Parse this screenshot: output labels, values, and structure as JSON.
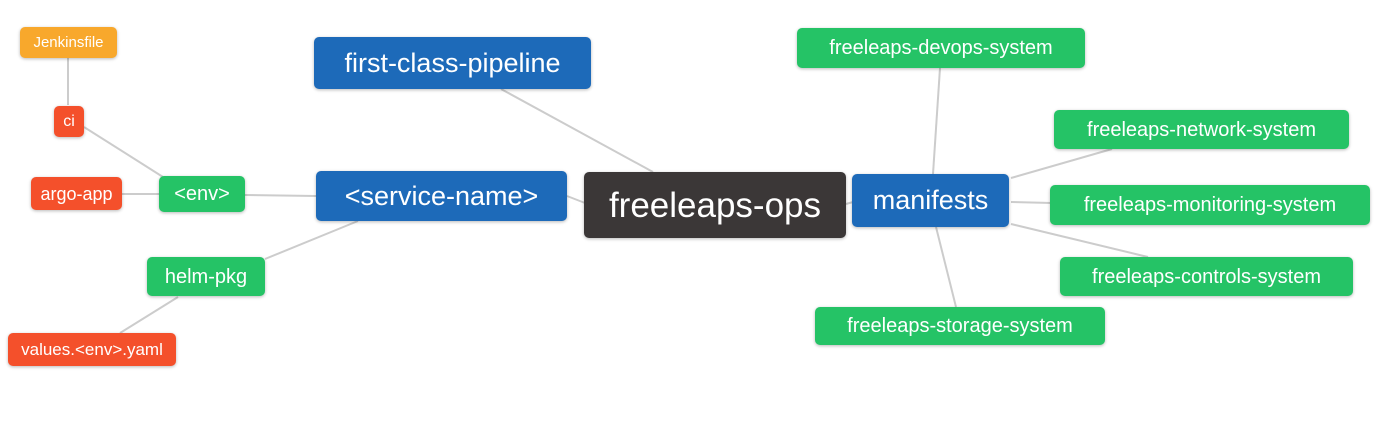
{
  "diagram": {
    "title": "freeleaps-ops repository mind map",
    "background_color": "#ffffff",
    "edge_color": "#cccccc",
    "palette": {
      "blue": "#1d6ab9",
      "green": "#25c366",
      "red": "#f4502b",
      "orange": "#f8a82c",
      "dark": "#3b3737",
      "text": "#ffffff"
    },
    "nodes": [
      {
        "id": "jenkinsfile",
        "label": "Jenkinsfile",
        "color": "orange"
      },
      {
        "id": "ci",
        "label": "ci",
        "color": "red"
      },
      {
        "id": "argo-app",
        "label": "argo-app",
        "color": "red"
      },
      {
        "id": "env",
        "label": "<env>",
        "color": "green"
      },
      {
        "id": "helm-pkg",
        "label": "helm-pkg",
        "color": "green"
      },
      {
        "id": "values-env-yaml",
        "label": "values.<env>.yaml",
        "color": "red"
      },
      {
        "id": "first-class-pipeline",
        "label": "first-class-pipeline",
        "color": "blue"
      },
      {
        "id": "service-name",
        "label": "<service-name>",
        "color": "blue"
      },
      {
        "id": "freeleaps-ops",
        "label": "freeleaps-ops",
        "color": "dark"
      },
      {
        "id": "manifests",
        "label": "manifests",
        "color": "blue"
      },
      {
        "id": "freeleaps-devops-system",
        "label": "freeleaps-devops-system",
        "color": "green"
      },
      {
        "id": "freeleaps-network-system",
        "label": "freeleaps-network-system",
        "color": "green"
      },
      {
        "id": "freeleaps-monitoring-system",
        "label": "freeleaps-monitoring-system",
        "color": "green"
      },
      {
        "id": "freeleaps-controls-system",
        "label": "freeleaps-controls-system",
        "color": "green"
      },
      {
        "id": "freeleaps-storage-system",
        "label": "freeleaps-storage-system",
        "color": "green"
      }
    ],
    "edges": [
      {
        "from": "jenkinsfile",
        "to": "ci"
      },
      {
        "from": "ci",
        "to": "env"
      },
      {
        "from": "argo-app",
        "to": "env"
      },
      {
        "from": "env",
        "to": "service-name"
      },
      {
        "from": "service-name",
        "to": "helm-pkg"
      },
      {
        "from": "values-env-yaml",
        "to": "helm-pkg"
      },
      {
        "from": "first-class-pipeline",
        "to": "freeleaps-ops"
      },
      {
        "from": "service-name",
        "to": "freeleaps-ops"
      },
      {
        "from": "freeleaps-ops",
        "to": "manifests"
      },
      {
        "from": "manifests",
        "to": "freeleaps-devops-system"
      },
      {
        "from": "manifests",
        "to": "freeleaps-network-system"
      },
      {
        "from": "manifests",
        "to": "freeleaps-monitoring-system"
      },
      {
        "from": "manifests",
        "to": "freeleaps-controls-system"
      },
      {
        "from": "manifests",
        "to": "freeleaps-storage-system"
      }
    ]
  }
}
